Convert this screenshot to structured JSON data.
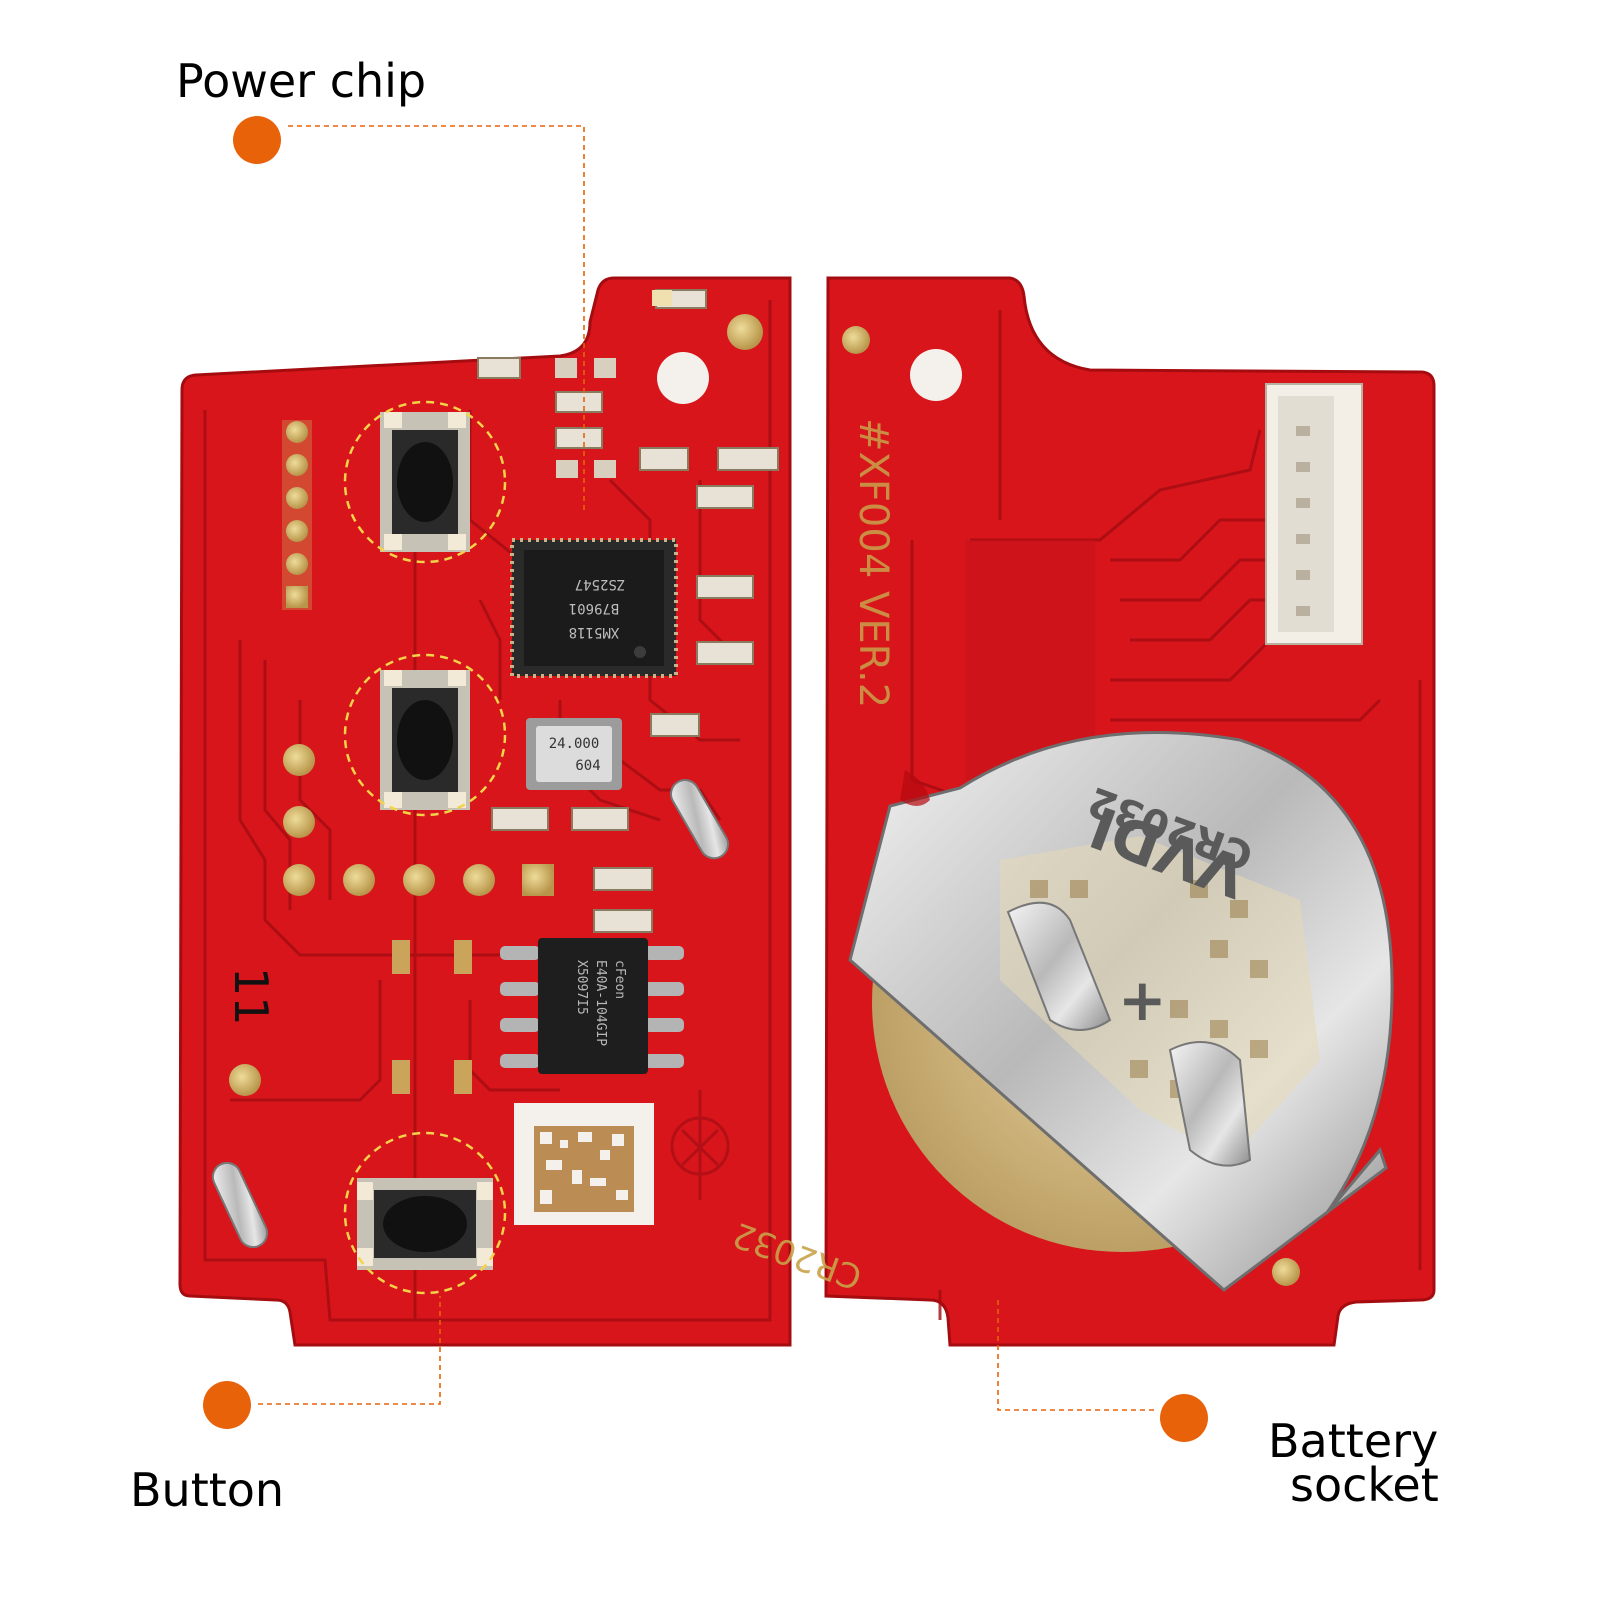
{
  "callouts": {
    "power_chip": "Power chip",
    "button": "Button",
    "battery_line1": "Battery",
    "battery_line2": "socket"
  },
  "board_markings": {
    "model": "#XF004 VER.2",
    "battery_type": "CR2032",
    "holder_brand": "VVDI",
    "holder_polarity": "+",
    "crystal_freq": "24.000",
    "crystal_code": "604",
    "mcu_line1": "ZS2547",
    "mcu_line2": "B79601",
    "mcu_line3": "XM5118",
    "eeprom_line1": "cFeon",
    "eeprom_line2": "E40A-104GIP",
    "eeprom_line3": "X5097I5",
    "handwritten": "11"
  },
  "colors": {
    "pcb": "#d8151b",
    "pcb_dark": "#b50f14",
    "callout_dot": "#e8620a",
    "callout_line": "#e8620a",
    "highlight_circle": "#f2d34a"
  }
}
